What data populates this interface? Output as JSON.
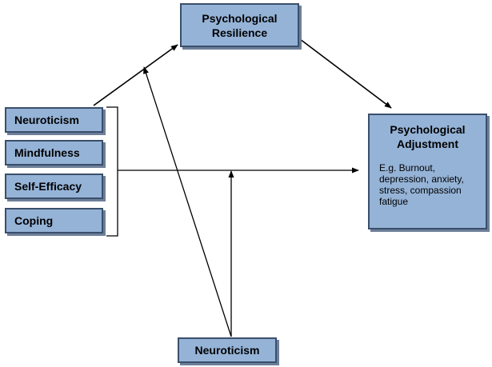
{
  "nodes": {
    "resilience": {
      "line1": "Psychological",
      "line2": "Resilience"
    },
    "adjustment": {
      "line1": "Psychological",
      "line2": "Adjustment",
      "detail": [
        "E.g. Burnout,",
        "depression, anxiety,",
        "stress, compassion",
        "fatigue"
      ]
    },
    "moderator": "Neuroticism",
    "predictors": [
      "Neuroticism",
      "Mindfulness",
      "Self-Efficacy",
      "Coping"
    ]
  },
  "colors": {
    "box_fill": "#95b3d7",
    "box_border": "#3a4f6b",
    "box_shadow": "#6d7f99",
    "line": "#000000"
  }
}
